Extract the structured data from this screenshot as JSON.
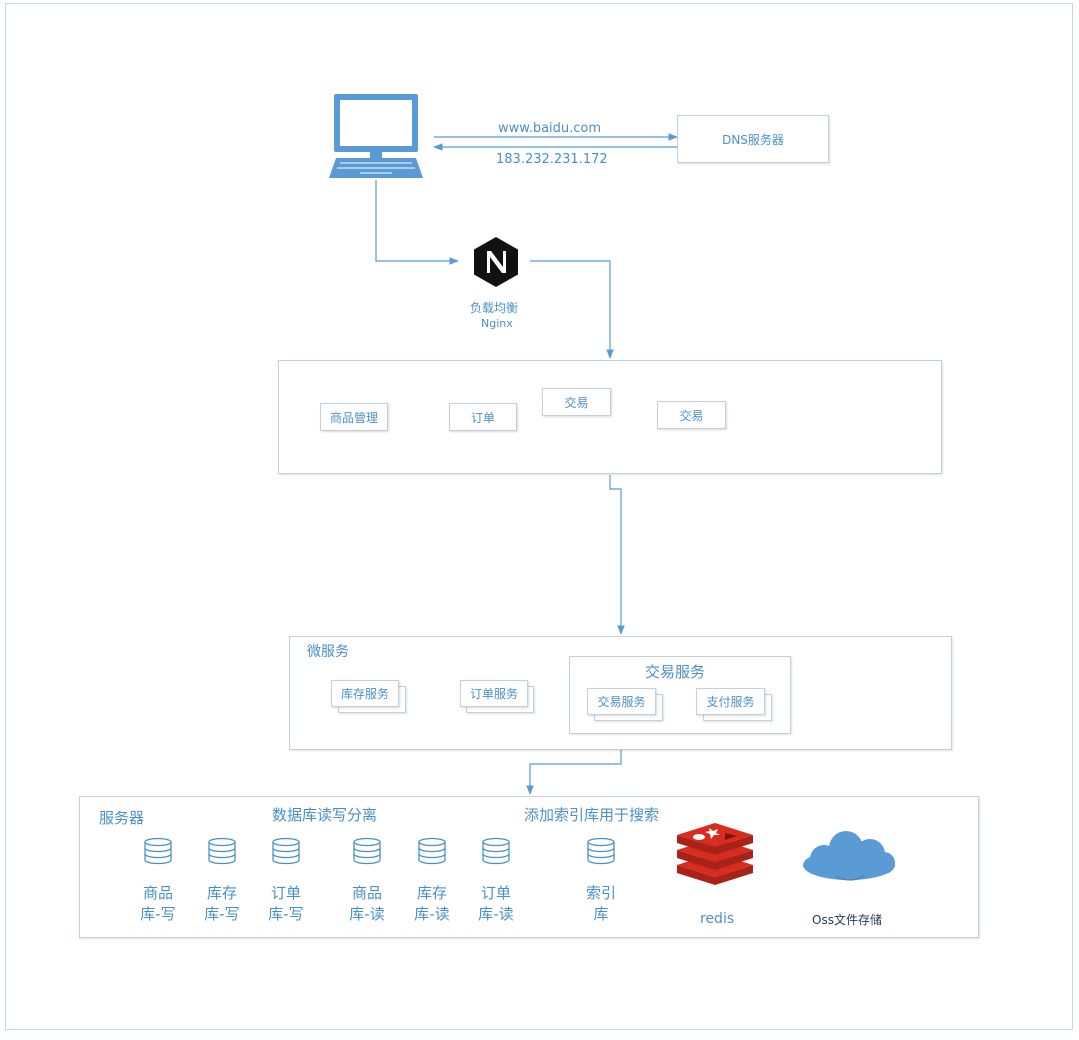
{
  "client": {
    "icon": "laptop-icon"
  },
  "dns": {
    "request_label": "www.baidu.com",
    "response_label": "183.232.231.172",
    "server_label": "DNS服务器"
  },
  "nginx": {
    "icon": "nginx-icon",
    "label_line1": "负载均衡",
    "label_line2": "Nginx"
  },
  "frontend": {
    "modules": [
      "商品管理",
      "订单",
      "交易",
      "交易"
    ]
  },
  "microservices": {
    "title": "微服务",
    "inventory": "库存服务",
    "order": "订单服务",
    "trade_group": {
      "title": "交易服务",
      "trade": "交易服务",
      "payment": "支付服务"
    }
  },
  "servers": {
    "title": "服务器",
    "rw_split_title": "数据库读写分离",
    "index_title": "添加索引库用于搜索",
    "databases": [
      {
        "line1": "商品",
        "line2": "库-写",
        "icon": "database-icon"
      },
      {
        "line1": "库存",
        "line2": "库-写",
        "icon": "database-icon"
      },
      {
        "line1": "订单",
        "line2": "库-写",
        "icon": "database-icon"
      },
      {
        "line1": "商品",
        "line2": "库-读",
        "icon": "database-icon"
      },
      {
        "line1": "库存",
        "line2": "库-读",
        "icon": "database-icon"
      },
      {
        "line1": "订单",
        "line2": "库-读",
        "icon": "database-icon"
      },
      {
        "line1": "索引",
        "line2": "库",
        "icon": "database-icon"
      }
    ],
    "redis": {
      "label": "redis",
      "icon": "redis-icon"
    },
    "oss": {
      "label": "Oss文件存储",
      "icon": "cloud-icon"
    }
  },
  "colors": {
    "accent": "#4a90c8",
    "line": "#5b9bd5",
    "redis": "#d82c20",
    "cloud": "#5b9bd5"
  }
}
